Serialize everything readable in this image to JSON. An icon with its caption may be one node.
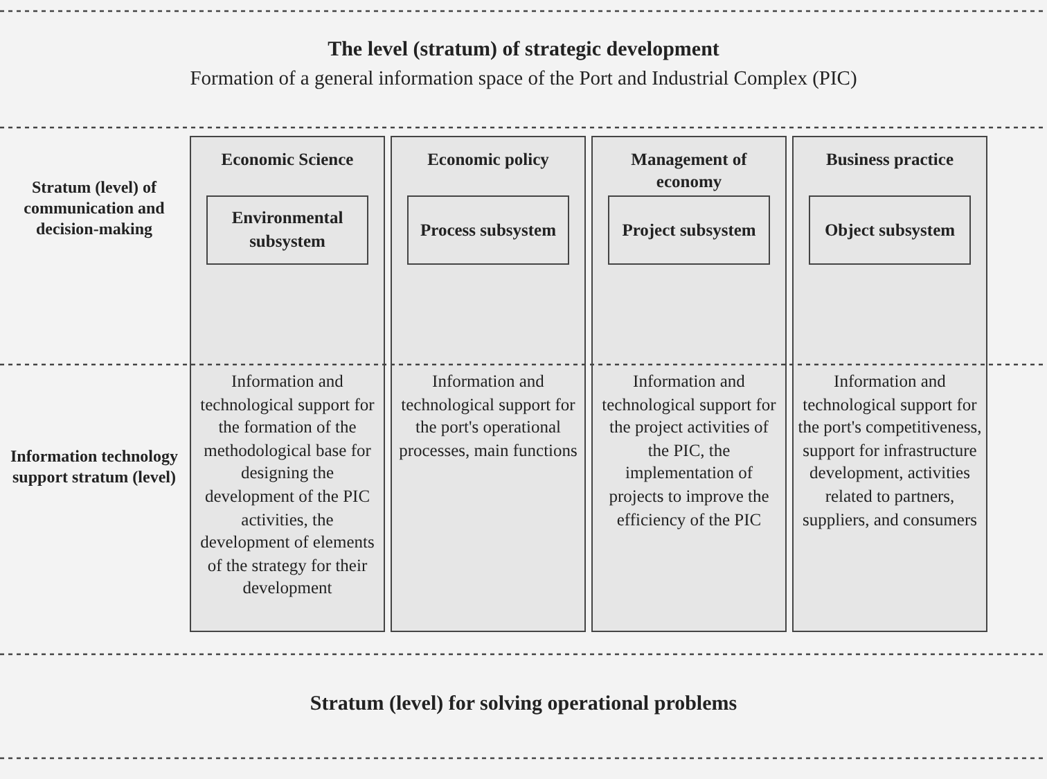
{
  "diagram": {
    "title": "The level (stratum) of strategic development",
    "nodes": [
      {
        "text": [
          "Economic Science",
          "Information and technological support for the formation of the methodological base for designing the development of the PIC activities, the development of elements of the strategy for their development"
        ]
      },
      {
        "text": [
          "Environmental subsystem"
        ],
        "in": 0
      },
      {
        "text": [
          "Economic policy",
          "Information and technological support for the port's operational processes, main functions"
        ]
      },
      {
        "text": [
          "Process subsystem"
        ],
        "in": 2
      },
      {
        "text": [
          "Management of economy",
          "Information and technological support for the project activities of the PIC, the implementation of projects to improve the efficiency of the PIC"
        ]
      },
      {
        "text": [
          "Project subsystem"
        ],
        "in": 4
      },
      {
        "text": [
          "Business practice",
          "Information and technological support for the port's competitiveness, support for infrastructure development, activities related to partners, suppliers, and consumers"
        ]
      },
      {
        "text": [
          "Object subsystem"
        ],
        "in": 6
      }
    ],
    "labels": [
      "Formation of a general information space of the Port and Industrial Complex (PIC)",
      "Stratum (level) of communication and decision-making",
      "Information technology support stratum (level)",
      "Stratum (level) for solving operational problems"
    ]
  }
}
